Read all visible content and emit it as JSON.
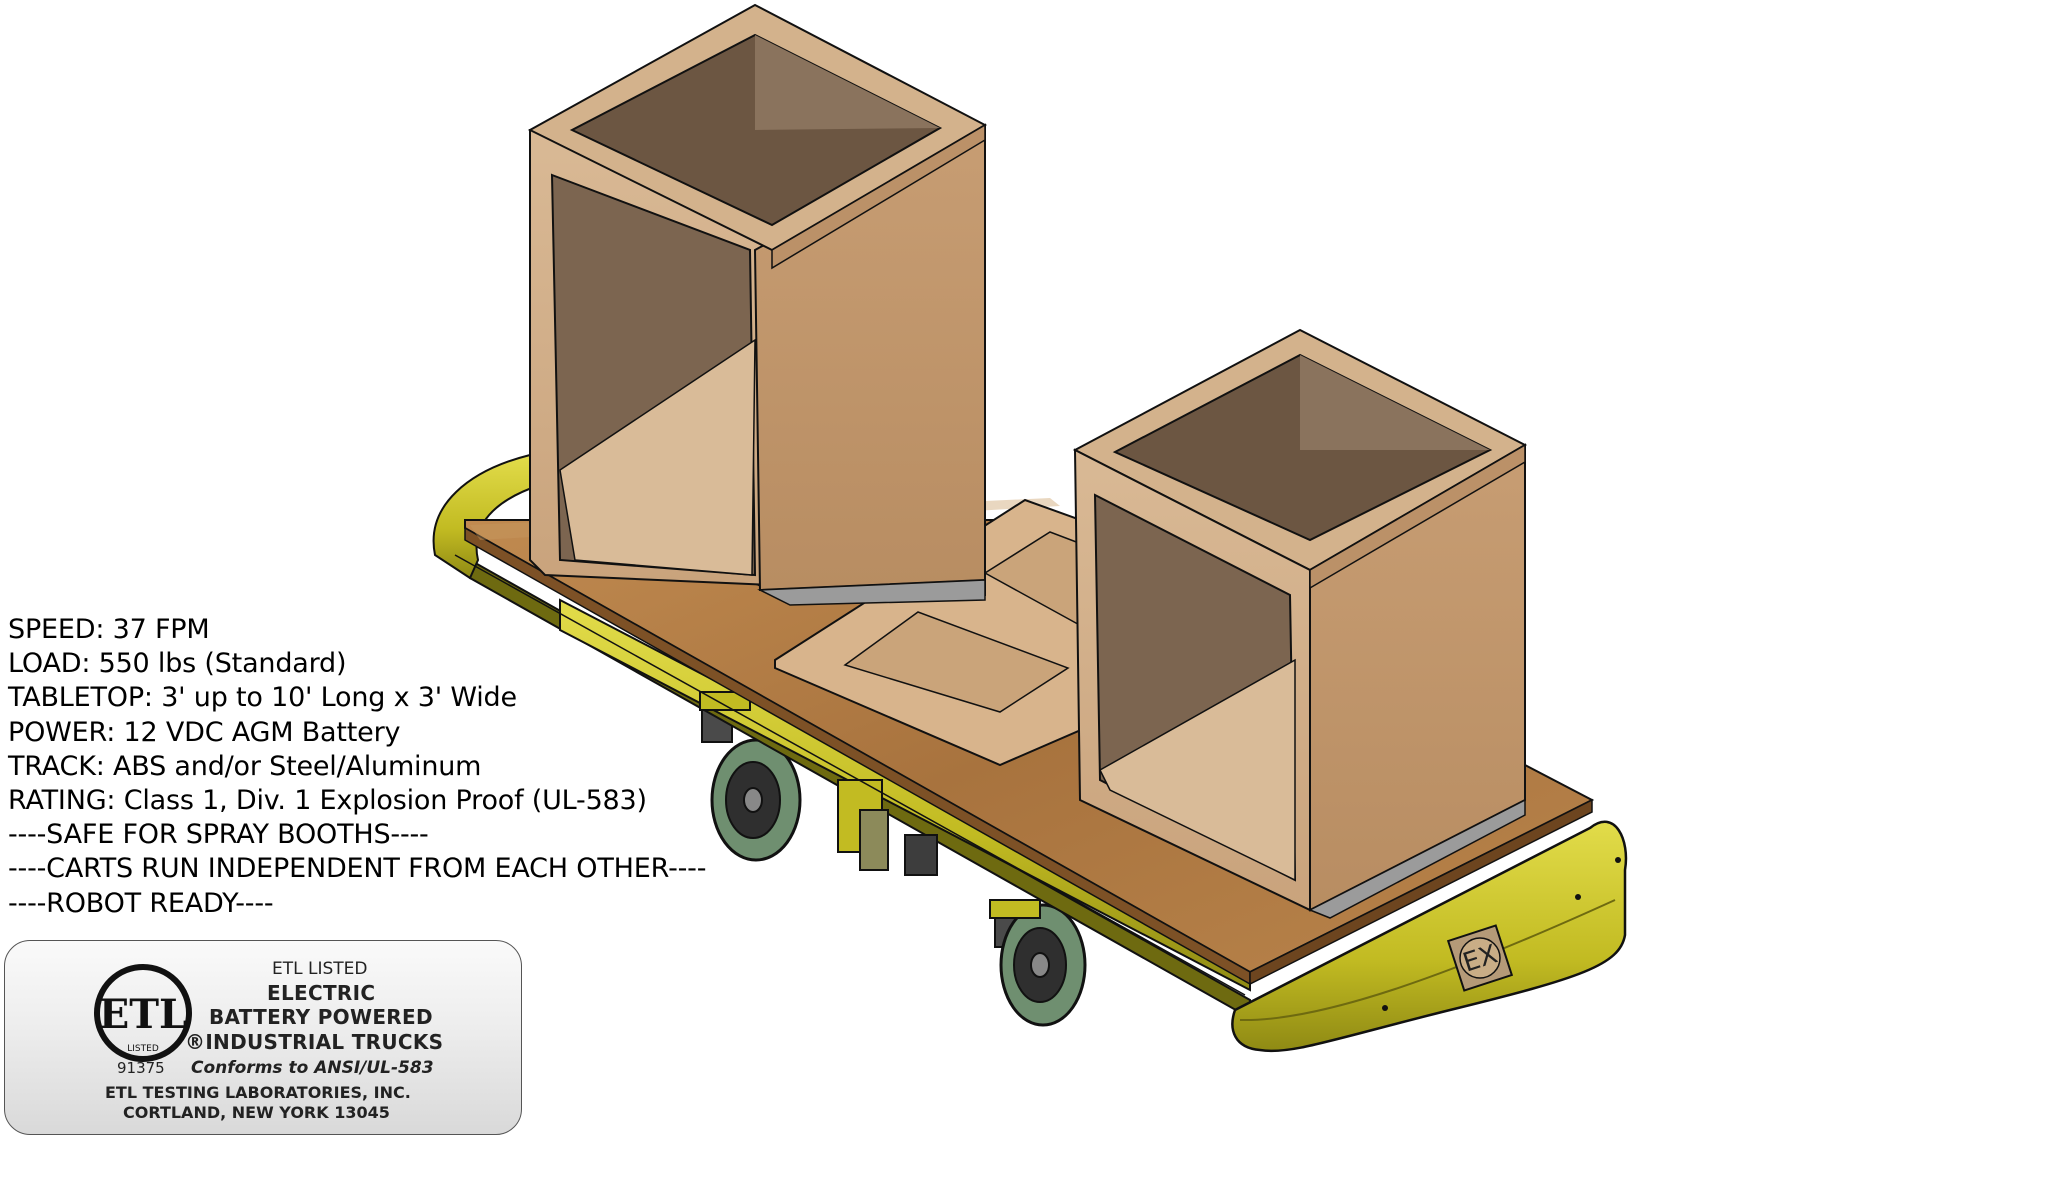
{
  "specs": [
    "SPEED: 37 FPM",
    "LOAD: 550 lbs (Standard)",
    "TABLETOP: 3' up to 10' Long x 3' Wide",
    "POWER: 12 VDC AGM Battery",
    "TRACK: ABS and/or Steel/Aluminum",
    "RATING: Class 1, Div. 1 Explosion Proof (UL-583)",
    "----SAFE FOR SPRAY BOOTHS----",
    "----CARTS RUN INDEPENDENT FROM EACH OTHER----",
    "----ROBOT READY----"
  ],
  "cart_badge": "EX",
  "etl_label": {
    "logo_letters": "ETL",
    "logo_ring_text": "LISTED",
    "listed": "ETL LISTED",
    "line1": "ELECTRIC",
    "line2": "BATTERY POWERED",
    "line3": "INDUSTRIAL TRUCKS",
    "registered_mark": "®",
    "control_number": "91375",
    "conforms": "Conforms to ANSI/UL-583",
    "lab_name": "ETL TESTING LABORATORIES, INC.",
    "lab_address": "CORTLAND, NEW YORK 13045"
  },
  "colors": {
    "frame_yellow": "#c8c22a",
    "frame_dark": "#6e6a10",
    "tabletop_wood": "#b07c46",
    "cabinet_wood": "#d2b08a",
    "cabinet_interior": "#7a6450",
    "wheel_green": "#6f8f70"
  },
  "icons": [
    "etl-listed-logo",
    "explosion-proof-badge-icon",
    "caster-wheel-icon"
  ]
}
